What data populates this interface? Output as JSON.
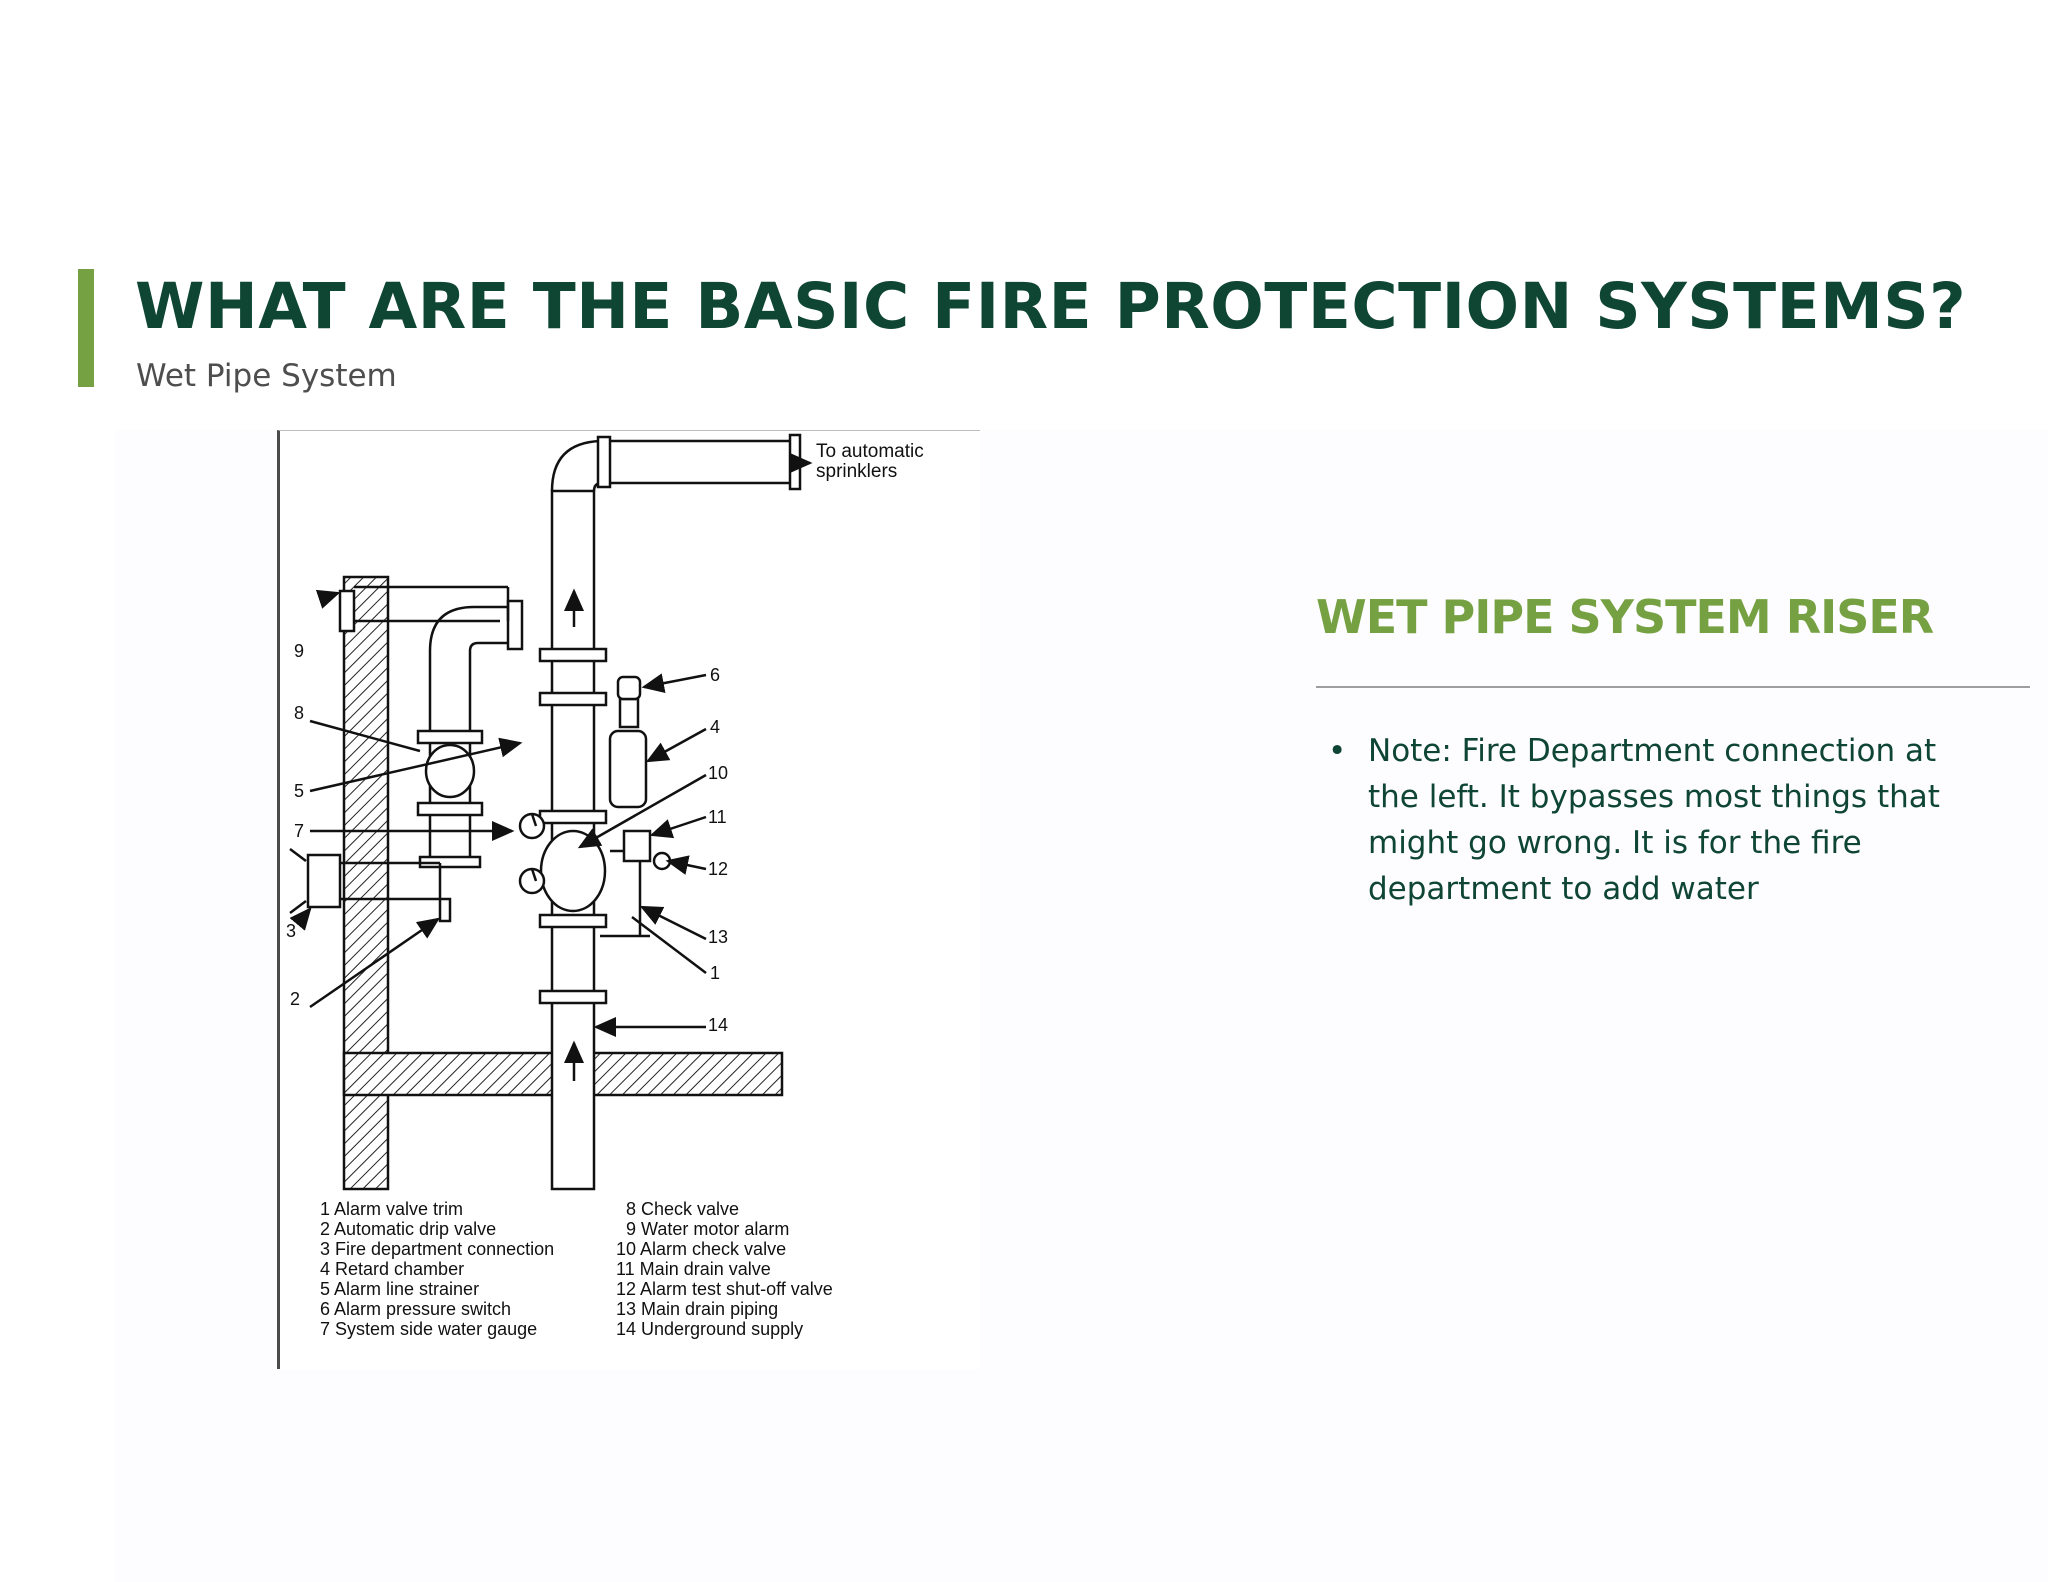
{
  "slide": {
    "title": "WHAT ARE THE BASIC FIRE PROTECTION SYSTEMS?",
    "subtitle": "Wet Pipe System",
    "accent_color": "#76a143",
    "title_color": "#0e4533"
  },
  "diagram": {
    "outlet_label_line1": "To automatic",
    "outlet_label_line2": "sprinklers",
    "callouts": [
      "9",
      "8",
      "5",
      "7",
      "3",
      "2",
      "6",
      "4",
      "10",
      "11",
      "12",
      "13",
      "1",
      "14"
    ],
    "legend_left": [
      "1 Alarm valve trim",
      "2 Automatic drip valve",
      "3 Fire department connection",
      "4 Retard chamber",
      "5 Alarm line strainer",
      "6 Alarm pressure switch",
      "7 System side water gauge"
    ],
    "legend_right": [
      "8 Check valve",
      "9 Water motor alarm",
      "10 Alarm check valve",
      "11 Main drain valve",
      "12 Alarm test shut-off valve",
      "13 Main drain piping",
      "14 Underground supply"
    ]
  },
  "panel": {
    "heading": "WET PIPE SYSTEM RISER",
    "bullet_symbol": "•",
    "bullets": [
      "Note: Fire Department connection at the left. It bypasses most things that might go wrong. It is for the fire department to add water"
    ]
  }
}
